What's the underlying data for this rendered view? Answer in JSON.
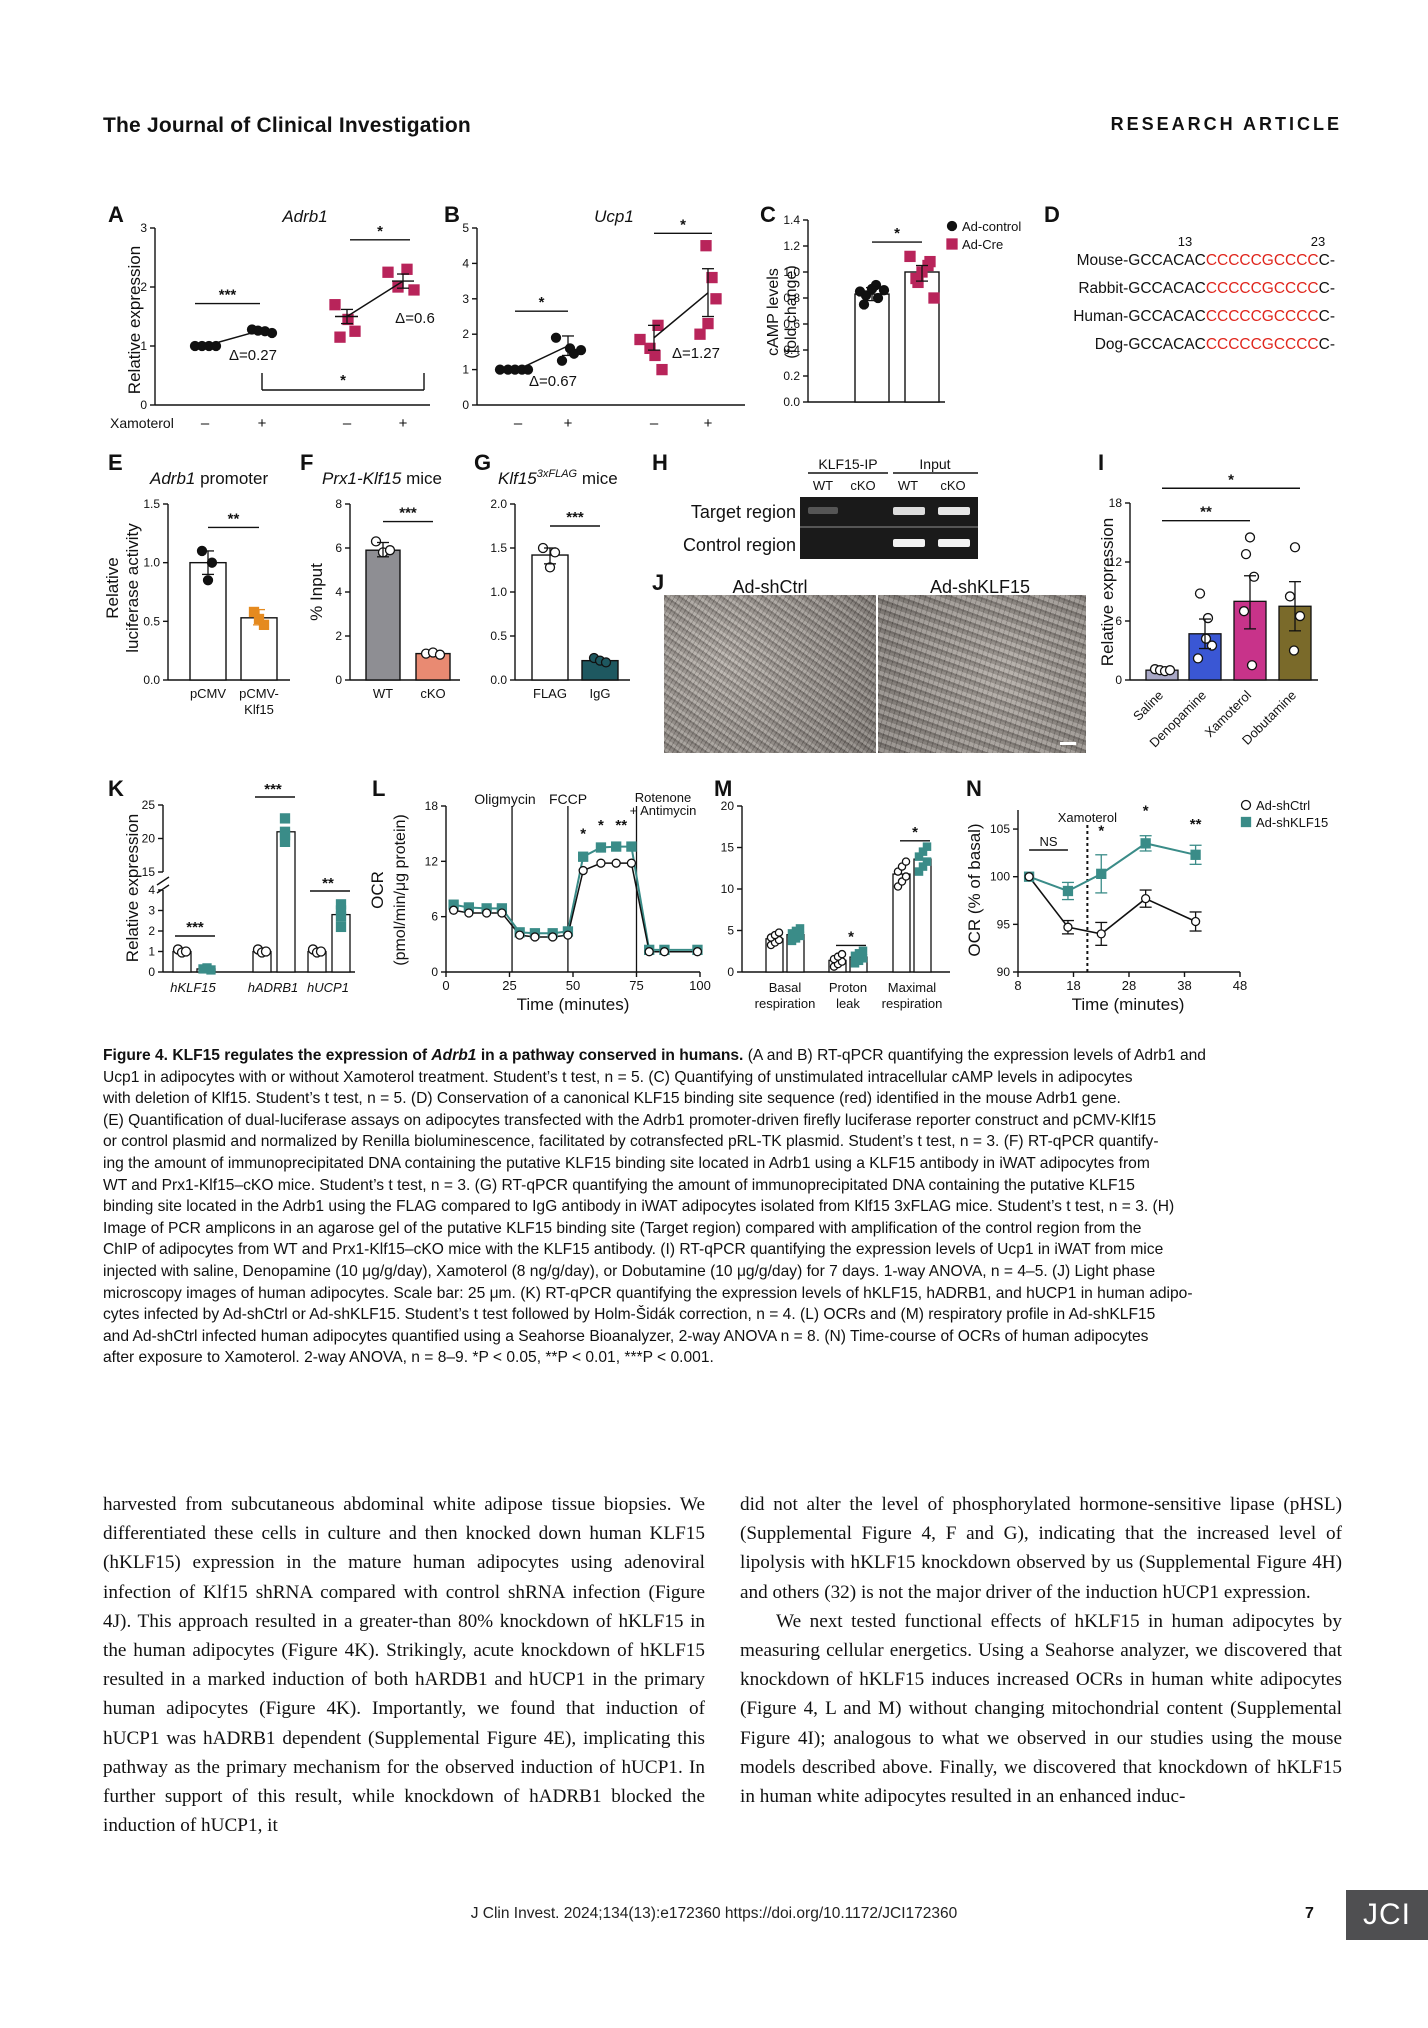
{
  "header": {
    "journal": "The Journal of Clinical Investigation",
    "section": "RESEARCH ARTICLE"
  },
  "panels": {
    "A": {
      "letter": "A",
      "title": "Adrb1",
      "ylabel": "Relative expression",
      "xlabel_row": "Xamoterol",
      "xticks": [
        "–",
        "+",
        "–",
        "+"
      ],
      "yticks": [
        "0",
        "1",
        "2",
        "3"
      ],
      "delta1": "Δ=0.27",
      "delta2": "Δ=0.6",
      "sig1": "***",
      "sig2": "*",
      "sig3": "*"
    },
    "B": {
      "letter": "B",
      "title": "Ucp1",
      "yticks": [
        "0",
        "1",
        "2",
        "3",
        "4",
        "5"
      ],
      "xticks": [
        "–",
        "+",
        "–",
        "+"
      ],
      "delta1": "Δ=0.67",
      "delta2": "Δ=1.27",
      "sig1": "*",
      "sig2": "*"
    },
    "C": {
      "letter": "C",
      "ylabel1": "cAMP levels",
      "ylabel2": "(fold change)",
      "yticks": [
        "0.0",
        "0.2",
        "0.4",
        "0.6",
        "0.8",
        "1.0",
        "1.2",
        "1.4"
      ],
      "legend": [
        "Ad-control",
        "Ad-Cre"
      ],
      "sig": "*"
    },
    "D": {
      "letter": "D",
      "pos1": "13",
      "pos2": "23",
      "rows": [
        {
          "species": "Mouse-GCCACAC",
          "motif": "CCCCCGCCCC",
          "end": "C-"
        },
        {
          "species": "Rabbit-GCCACAC",
          "motif": "CCCCCGCCCC",
          "end": "C-"
        },
        {
          "species": "Human-GCCACAC",
          "motif": "CCCCCGCCCC",
          "end": "C-"
        },
        {
          "species": "Dog-GCCACAC",
          "motif": "CCCCCGCCCC",
          "end": "C-"
        }
      ]
    },
    "E": {
      "letter": "E",
      "title_italic": "Adrb1",
      "title_rest": " promoter",
      "ylabel1": "Relative",
      "ylabel2": "luciferase activity",
      "yticks": [
        "0.0",
        "0.5",
        "1.0",
        "1.5"
      ],
      "xticks": [
        "pCMV",
        "pCMV-",
        "Klf15"
      ],
      "sig": "**"
    },
    "F": {
      "letter": "F",
      "title_italic": "Prx1-Klf15",
      "title_rest": " mice",
      "ylabel": "% Input",
      "yticks": [
        "0",
        "2",
        "4",
        "6",
        "8"
      ],
      "xticks": [
        "WT",
        "cKO"
      ],
      "sig": "***"
    },
    "G": {
      "letter": "G",
      "title_italic": "Klf15",
      "title_sup": "3xFLAG",
      "title_rest": " mice",
      "yticks": [
        "0.0",
        "0.5",
        "1.0",
        "1.5",
        "2.0"
      ],
      "xticks": [
        "FLAG",
        "IgG"
      ],
      "sig": "***"
    },
    "H": {
      "letter": "H",
      "col_groups": [
        "KLF15-IP",
        "Input"
      ],
      "cols": [
        "WT",
        "cKO",
        "WT",
        "cKO"
      ],
      "rows": [
        "Target region",
        "Control region"
      ]
    },
    "I": {
      "letter": "I",
      "ylabel": "Relative expression",
      "yticks": [
        "0",
        "6",
        "12",
        "18"
      ],
      "xticks": [
        "Saline",
        "Denopamine",
        "Xamoterol",
        "Dobutamine"
      ],
      "sig1": "**",
      "sig2": "*"
    },
    "J": {
      "letter": "J",
      "left_label": "Ad-shCtrl",
      "right_label": "Ad-shKLF15"
    },
    "K": {
      "letter": "K",
      "ylabel": "Relative expression",
      "yticks": [
        "0",
        "1",
        "2",
        "3",
        "4",
        "15",
        "20",
        "25"
      ],
      "xticks": [
        "hKLF15",
        "hADRB1",
        "hUCP1"
      ],
      "sig": [
        "***",
        "***",
        "**"
      ]
    },
    "L": {
      "letter": "L",
      "ylabel1": "OCR",
      "ylabel2": "(pmol/min/μg protein)",
      "xlabel": "Time (minutes)",
      "yticks": [
        "0",
        "6",
        "12",
        "18"
      ],
      "xticks": [
        "0",
        "25",
        "50",
        "75",
        "100"
      ],
      "annot": [
        "Oligmycin",
        "FCCP",
        "Rotenone",
        "+ Antimycin"
      ],
      "sig": [
        "*",
        "*",
        "**"
      ]
    },
    "M": {
      "letter": "M",
      "yticks": [
        "0",
        "5",
        "10",
        "15",
        "20"
      ],
      "xticks": [
        [
          "Basal",
          "respiration"
        ],
        [
          "Proton",
          "leak"
        ],
        [
          "Maximal",
          "respiration"
        ]
      ],
      "sig": [
        "*",
        "*"
      ]
    },
    "N": {
      "letter": "N",
      "ylabel": "OCR (% of basal)",
      "xlabel": "Time (minutes)",
      "yticks": [
        "90",
        "95",
        "100",
        "105"
      ],
      "xticks": [
        "8",
        "18",
        "28",
        "38",
        "48"
      ],
      "annot": "Xamoterol",
      "ns": "NS",
      "legend": [
        "Ad-shCtrl",
        "Ad-shKLF15"
      ],
      "sig": [
        "*",
        "*",
        "**"
      ]
    }
  },
  "colors": {
    "pink": "#b8245a",
    "teal": "#3a8c88",
    "red_motif": "#e0261d",
    "gray_bar": "#8e8e93",
    "salmon": "#e98a72",
    "orange": "#e58a1f",
    "dark_teal": "#1e5860",
    "lavender": "#a9a8c6",
    "blue": "#3a57d4",
    "magenta": "#c8338a",
    "olive": "#7a6a2a"
  },
  "chart_data": [
    {
      "type": "line",
      "panel": "A",
      "title": "Adrb1",
      "ylabel": "Relative expression",
      "ylim": [
        0,
        3
      ],
      "series": [
        {
          "name": "Ad-control",
          "x": [
            "–",
            "+"
          ],
          "values": [
            1.0,
            1.27
          ]
        },
        {
          "name": "Ad-Cre",
          "x": [
            "–",
            "+"
          ],
          "values": [
            1.5,
            2.1
          ]
        }
      ]
    },
    {
      "type": "line",
      "panel": "B",
      "title": "Ucp1",
      "ylim": [
        0,
        5
      ],
      "series": [
        {
          "name": "Ad-control",
          "x": [
            "–",
            "+"
          ],
          "values": [
            1.0,
            1.67
          ]
        },
        {
          "name": "Ad-Cre",
          "x": [
            "–",
            "+"
          ],
          "values": [
            1.9,
            3.17
          ]
        }
      ]
    },
    {
      "type": "bar",
      "panel": "C",
      "ylim": [
        0,
        1.4
      ],
      "categories": [
        "Ad-control",
        "Ad-Cre"
      ],
      "values": [
        0.83,
        1.0
      ]
    },
    {
      "type": "bar",
      "panel": "E",
      "ylim": [
        0,
        1.5
      ],
      "categories": [
        "pCMV",
        "pCMV-Klf15"
      ],
      "values": [
        1.0,
        0.53
      ]
    },
    {
      "type": "bar",
      "panel": "F",
      "ylim": [
        0,
        8
      ],
      "categories": [
        "WT",
        "cKO"
      ],
      "values": [
        5.9,
        1.2
      ]
    },
    {
      "type": "bar",
      "panel": "G",
      "ylim": [
        0,
        2.0
      ],
      "categories": [
        "FLAG",
        "IgG"
      ],
      "values": [
        1.42,
        0.22
      ]
    },
    {
      "type": "bar",
      "panel": "I",
      "ylim": [
        0,
        18
      ],
      "categories": [
        "Saline",
        "Denopamine",
        "Xamoterol",
        "Dobutamine"
      ],
      "values": [
        1.0,
        4.7,
        8.0,
        7.5
      ]
    },
    {
      "type": "bar",
      "panel": "K",
      "categories": [
        "hKLF15",
        "hADRB1",
        "hUCP1"
      ],
      "series": [
        {
          "name": "Ad-shCtrl",
          "values": [
            1.0,
            1.0,
            1.0
          ]
        },
        {
          "name": "Ad-shKLF15",
          "values": [
            0.15,
            21.0,
            2.8
          ]
        }
      ]
    },
    {
      "type": "line",
      "panel": "L",
      "xlabel": "Time (minutes)",
      "ylim": [
        0,
        18
      ],
      "x": [
        3,
        9,
        16,
        22,
        29,
        35,
        42,
        48,
        54,
        61,
        67,
        73,
        80,
        86,
        99
      ],
      "series": [
        {
          "name": "Ad-shCtrl",
          "values": [
            6.7,
            6.4,
            6.4,
            6.4,
            4.0,
            3.8,
            3.8,
            4.0,
            11.0,
            11.8,
            11.8,
            11.8,
            2.2,
            2.2,
            2.2
          ]
        },
        {
          "name": "Ad-shKLF15",
          "values": [
            7.3,
            7.0,
            6.9,
            6.9,
            4.3,
            4.2,
            4.2,
            4.4,
            12.5,
            13.5,
            13.6,
            13.6,
            2.4,
            2.4,
            2.4
          ]
        }
      ]
    },
    {
      "type": "bar",
      "panel": "M",
      "ylim": [
        0,
        20
      ],
      "categories": [
        "Basal respiration",
        "Proton leak",
        "Maximal respiration"
      ],
      "series": [
        {
          "name": "Ad-shCtrl",
          "values": [
            4.0,
            1.4,
            11.8
          ]
        },
        {
          "name": "Ad-shKLF15",
          "values": [
            4.5,
            1.8,
            13.6
          ]
        }
      ]
    },
    {
      "type": "line",
      "panel": "N",
      "xlabel": "Time (minutes)",
      "ylabel": "OCR (% of basal)",
      "ylim": [
        90,
        107
      ],
      "x": [
        10,
        17,
        23,
        31,
        40
      ],
      "series": [
        {
          "name": "Ad-shCtrl",
          "values": [
            100,
            94.7,
            94.0,
            97.7,
            95.3
          ]
        },
        {
          "name": "Ad-shKLF15",
          "values": [
            100,
            98.5,
            100.3,
            103.5,
            102.3
          ]
        }
      ]
    }
  ],
  "caption": {
    "bold_intro": "Figure 4. KLF15 regulates the expression of ",
    "bold_italic": "Adrb1",
    "bold_tail": " in a pathway conserved in humans.",
    "lines": [
      " (A and B) RT-qPCR quantifying the expression levels of Adrb1 and",
      "Ucp1 in adipocytes with or without Xamoterol treatment. Student’s t test, n = 5. (C) Quantifying of unstimulated intracellular cAMP levels in adipocytes",
      "with deletion of Klf15. Student’s t test, n = 5. (D) Conservation of a canonical KLF15 binding site sequence (red) identified in the mouse Adrb1 gene.",
      "(E) Quantification of dual-luciferase assays on adipocytes transfected with the Adrb1 promoter-driven firefly luciferase reporter construct and pCMV-Klf15",
      "or control plasmid and normalized by Renilla bioluminescence, facilitated by cotransfected pRL-TK plasmid. Student’s t test, n = 3. (F) RT-qPCR quantify-",
      "ing the amount of immunoprecipitated DNA containing the putative KLF15 binding site located in Adrb1 using a KLF15 antibody in iWAT adipocytes from",
      "WT and Prx1-Klf15–cKO mice. Student’s t test, n = 3. (G) RT-qPCR quantifying the amount of immunoprecipitated DNA containing the putative KLF15",
      "binding site located in the Adrb1 using the FLAG compared to IgG antibody in iWAT adipocytes isolated from Klf15 3xFLAG mice. Student’s t test, n = 3. (H)",
      "Image of PCR amplicons in an agarose gel of the putative KLF15 binding site (Target region) compared with amplification of the control region from the",
      "ChIP of adipocytes from WT and Prx1-Klf15–cKO mice with the KLF15 antibody. (I) RT-qPCR quantifying the expression levels of Ucp1 in iWAT from mice",
      "injected with saline, Denopamine (10 μg/g/day), Xamoterol (8 ng/g/day), or Dobutamine (10 μg/g/day) for 7 days. 1-way ANOVA, n = 4–5. (J) Light phase",
      "microscopy images of human adipocytes. Scale bar: 25 μm. (K) RT-qPCR quantifying the expression levels of hKLF15, hADRB1, and hUCP1 in human adipo-",
      "cytes infected by Ad-shCtrl or Ad-shKLF15. Student’s t test followed by Holm-Šidák correction, n = 4. (L) OCRs and (M) respiratory profile in Ad-shKLF15",
      "and Ad-shCtrl infected human adipocytes quantified using a Seahorse Bioanalyzer, 2-way ANOVA n = 8. (N) Time-course of OCRs of human adipocytes",
      "after exposure to Xamoterol. 2-way ANOVA, n = 8–9. *P < 0.05, **P < 0.01, ***P < 0.001."
    ]
  },
  "body": {
    "left_col": "harvested from subcutaneous abdominal white adipose tissue biopsies. We differentiated these cells in culture and then knocked down human KLF15 (hKLF15) expression in the mature human adipocytes using adenoviral infection of Klf15 shRNA compared with control shRNA infection (Figure 4J). This approach resulted in a greater-than 80% knockdown of hKLF15 in the human adipocytes (Figure 4K). Strikingly, acute knockdown of hKLF15 resulted in a marked induction of both hARDB1 and hUCP1 in the primary human adipocytes (Figure 4K). Importantly, we found that induction of hUCP1 was hADRB1 dependent (Supplemental Figure 4E), implicating this pathway as the primary mechanism for the observed induction of hUCP1. In further support of this result, while knockdown of hADRB1 blocked the induction of hUCP1, it",
    "right_col_p1": "did not alter the level of phosphorylated hormone-sensitive lipase (pHSL) (Supplemental Figure 4, F and G), indicating that the increased level of lipolysis with hKLF15 knockdown observed by us (Supplemental Figure 4H) and others (32) is not the major driver of the induction hUCP1 expression.",
    "right_col_p2": "We next tested functional effects of hKLF15 in human adipocytes by measuring cellular energetics. Using a Seahorse analyzer, we discovered that knockdown of hKLF15 induces increased OCRs in human white adipocytes (Figure 4, L and M) without changing mitochondrial content (Supplemental Figure 4I); analogous to what we observed in our studies using the mouse models described above. Finally, we discovered that knockdown of hKLF15 in human white adipocytes resulted in an enhanced induc-"
  },
  "footer": {
    "citation": "J Clin Invest. 2024;134(13):e172360  https://doi.org/10.1172/JCI172360",
    "page": "7",
    "logo": "JCI"
  }
}
